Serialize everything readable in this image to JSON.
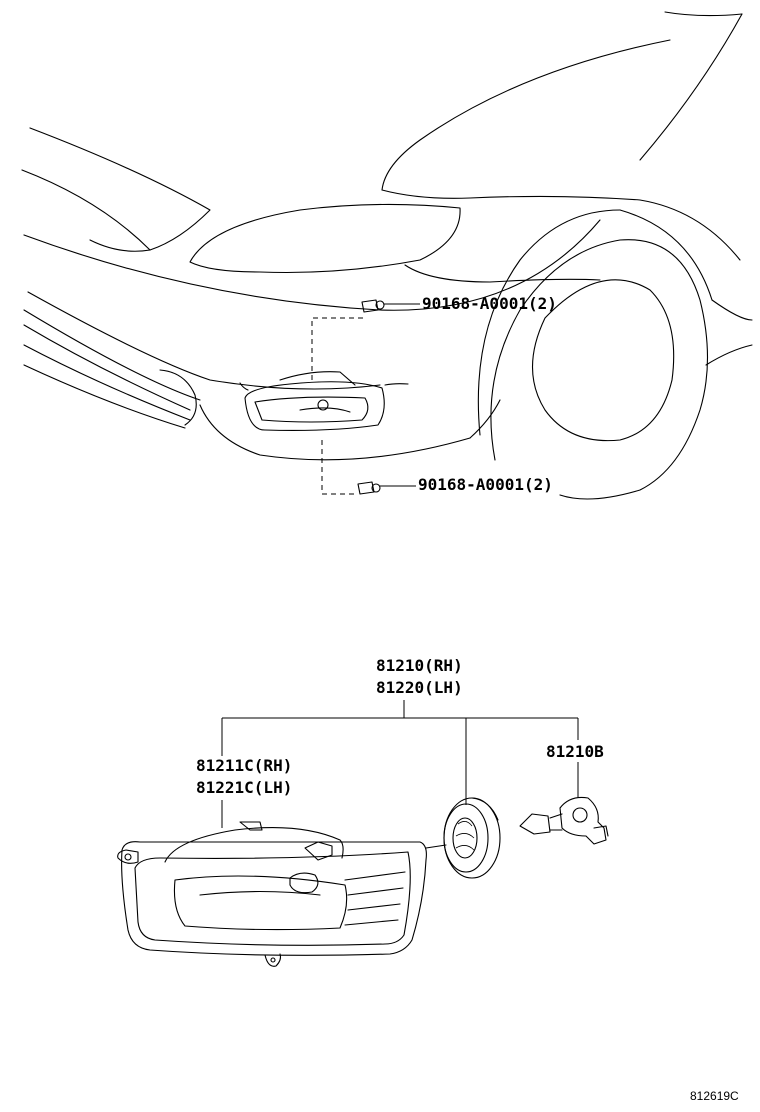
{
  "parts": {
    "screw_upper": "90168-A0001(2)",
    "screw_lower": "90168-A0001(2)",
    "assembly_rh": "81210(RH)",
    "assembly_lh": "81220(LH)",
    "lens_rh": "81211C(RH)",
    "lens_lh": "81221C(LH)",
    "bulb": "81210B"
  },
  "reference_code": "812619C",
  "colors": {
    "line": "#000000",
    "background": "#ffffff"
  }
}
